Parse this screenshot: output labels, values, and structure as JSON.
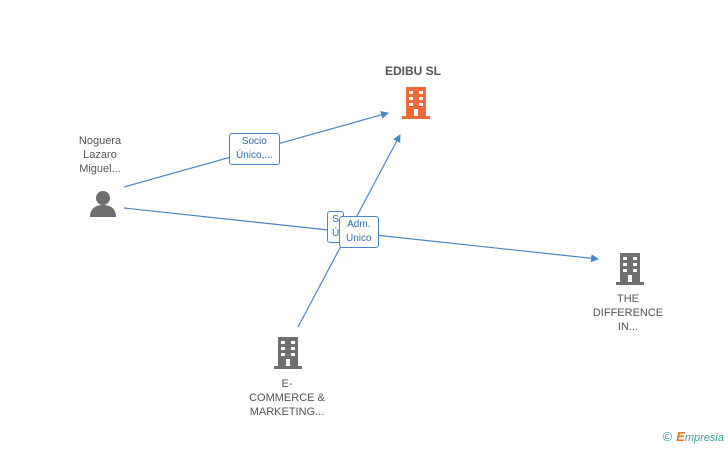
{
  "colors": {
    "edge": "#4a84c9",
    "main_company": "#f06a3a",
    "company": "#6f6f6f",
    "person": "#6f6f6f"
  },
  "nodes": {
    "edibu": {
      "label": [
        "EDIBU SL"
      ],
      "icon": "building-icon"
    },
    "noguera": {
      "label": [
        "Noguera",
        "Lazaro",
        "Miguel..."
      ],
      "icon": "person-icon"
    },
    "difference": {
      "label": [
        "THE",
        "DIFFERENCE",
        "IN..."
      ],
      "icon": "building-icon"
    },
    "ecommerce": {
      "label": [
        "E-",
        "COMMERCE &",
        "MARKETING..."
      ],
      "icon": "building-icon"
    }
  },
  "edge_labels": {
    "socio_unico_1": [
      "Socio",
      "Único,..."
    ],
    "socio_unico_2": [
      "S",
      "Ú"
    ],
    "adm_unico": [
      "Adm.",
      "Unico"
    ]
  },
  "footer": {
    "copyright": "©",
    "brand_initial": "E",
    "brand_rest": "mpresia"
  }
}
